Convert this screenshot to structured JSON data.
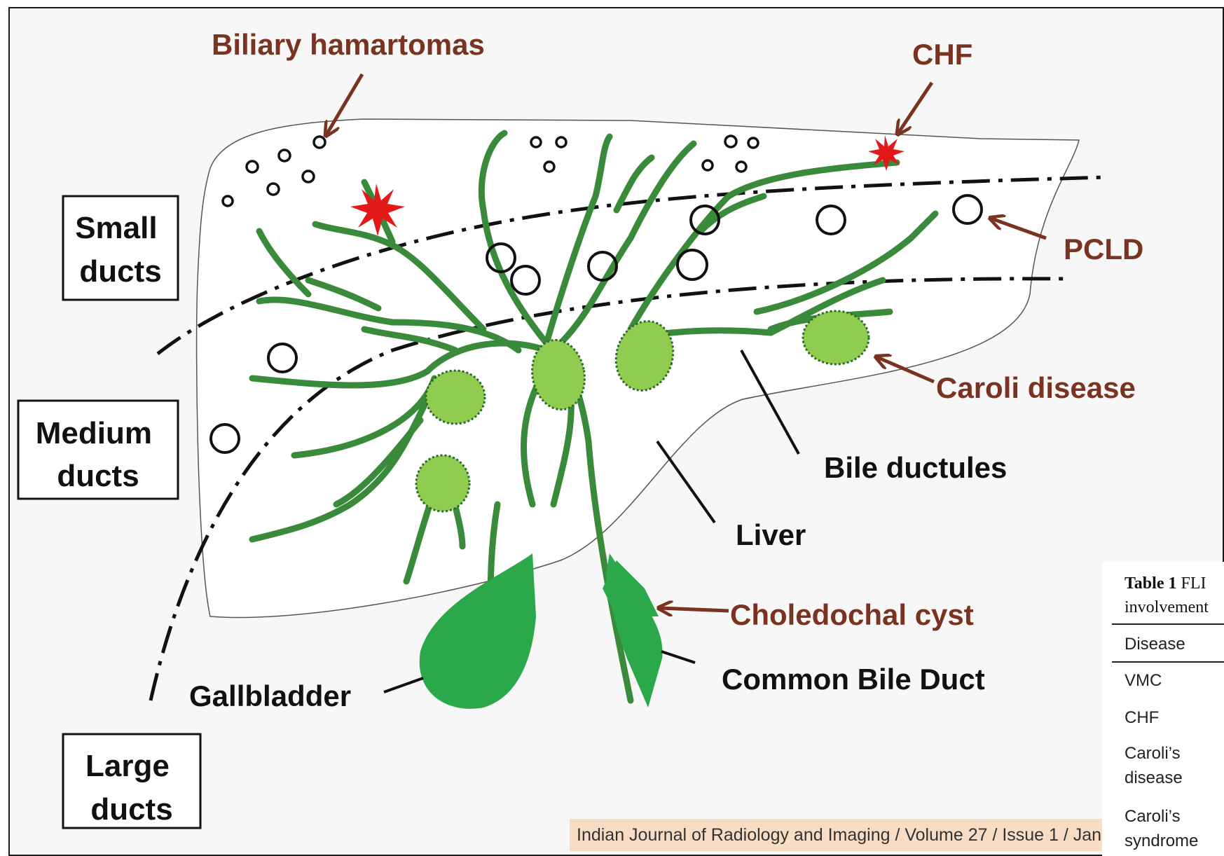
{
  "labels": {
    "biliary_hamartomas": "Biliary hamartomas",
    "chf": "CHF",
    "pcld": "PCLD",
    "caroli_disease": "Caroli disease",
    "bile_ductules": "Bile ductules",
    "liver": "Liver",
    "choledochal_cyst": "Choledochal cyst",
    "common_bile_duct": "Common Bile Duct",
    "gallbladder": "Gallbladder"
  },
  "duct_boxes": {
    "small": [
      "Small",
      "ducts"
    ],
    "medium": [
      "Medium",
      "ducts"
    ],
    "large": [
      "Large",
      "ducts"
    ]
  },
  "footer": "Indian Journal of Radiology and Imaging / Volume 27 / Issue 1 / Jan",
  "table": {
    "caption_bold": "Table 1",
    "caption_rest": "FLI",
    "caption_line2": "involvement",
    "header": "Disease",
    "rows": [
      "VMC",
      "CHF",
      "Caroli’s disease",
      "Caroli’s syndrome"
    ],
    "rows_split": [
      [
        "VMC"
      ],
      [
        "CHF"
      ],
      [
        "Caroli’s",
        "disease"
      ],
      [
        "Caroli’s",
        "syndrome"
      ]
    ]
  },
  "colors": {
    "label_brown": "#7a3320",
    "duct_green": "#3a8a3c",
    "cyst_green": "#8fcc50",
    "gallbladder_green": "#2aa84a",
    "hamartoma_star": "#e31818",
    "footer_bg": "#f8dcc4"
  }
}
